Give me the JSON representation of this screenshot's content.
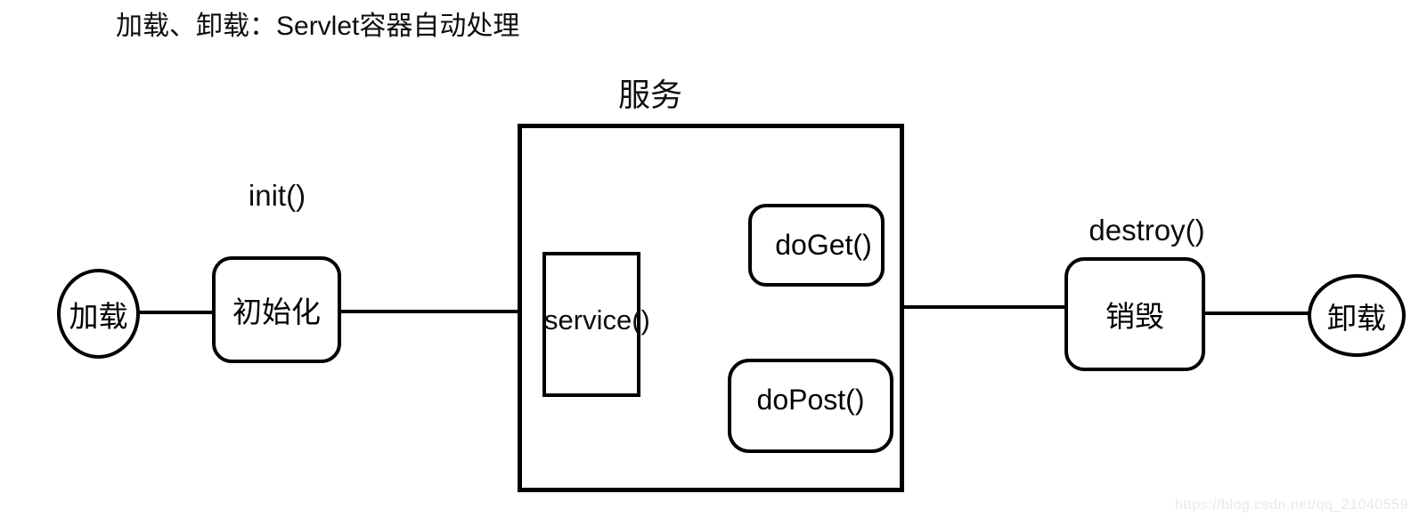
{
  "title": "加载、卸载：Servlet容器自动处理",
  "diagram": {
    "type": "servlet-lifecycle-flowchart",
    "nodes": {
      "load": {
        "label": "加载",
        "shape": "ellipse"
      },
      "init": {
        "label": "初始化",
        "method": "init()",
        "shape": "rounded-rect"
      },
      "service": {
        "container_label": "服务",
        "method": "service()",
        "shape": "rect-container"
      },
      "doGet": {
        "label": "doGet()",
        "shape": "rounded-rect"
      },
      "doPost": {
        "label": "doPost()",
        "shape": "rounded-rect"
      },
      "destroy": {
        "label": "销毁",
        "method": "destroy()",
        "shape": "rounded-rect"
      },
      "unload": {
        "label": "卸载",
        "shape": "ellipse"
      }
    },
    "edges": [
      {
        "from": "load",
        "to": "init"
      },
      {
        "from": "init",
        "to": "service"
      },
      {
        "from": "service",
        "to": "doGet"
      },
      {
        "from": "service",
        "to": "doPost"
      },
      {
        "from": "service",
        "to": "destroy"
      },
      {
        "from": "destroy",
        "to": "unload"
      }
    ],
    "line_color": "#000000",
    "background_color": "#ffffff"
  },
  "watermark": "https://blog.csdn.net/qq_21040559"
}
